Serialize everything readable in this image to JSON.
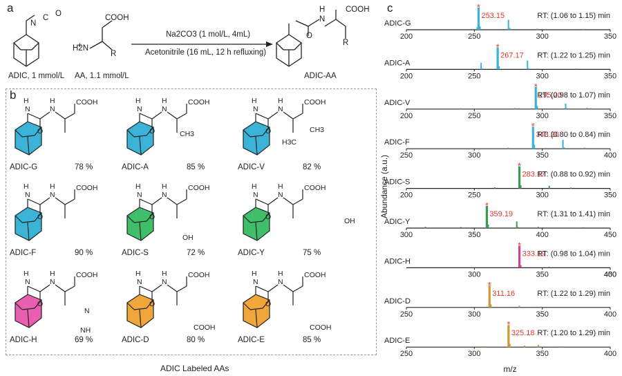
{
  "panel_labels": {
    "a": "a",
    "b": "b",
    "c": "c"
  },
  "reaction": {
    "reagent_label": "ADIC, 1 mmol/L",
    "aa_label": "AA, 1.1 mmol/L",
    "plus": "+",
    "conditions_top": "Na2CO3 (1 mol/L, 4mL)",
    "conditions_bottom": "Acetonitrile (16 mL, 12 h refluxing)",
    "product_label": "ADIC-AA",
    "frag_nco_n": "N",
    "frag_nco_c": "C",
    "frag_nco_o": "O",
    "frag_cooh": "COOH",
    "frag_h2n": "H2N",
    "frag_r": "R",
    "frag_h": "H",
    "frag_n": "N",
    "frag_o": "O"
  },
  "library": {
    "footer": "ADIC Labeled AAs",
    "items": [
      {
        "name": "ADIC-G",
        "yield": "78 %",
        "color": "#3bb3d6"
      },
      {
        "name": "ADIC-A",
        "yield": "85 %",
        "color": "#3bb3d6"
      },
      {
        "name": "ADIC-V",
        "yield": "82 %",
        "color": "#3bb3d6"
      },
      {
        "name": "ADIC-F",
        "yield": "90 %",
        "color": "#3bb3d6"
      },
      {
        "name": "ADIC-S",
        "yield": "72 %",
        "color": "#3fbf6a"
      },
      {
        "name": "ADIC-Y",
        "yield": "75 %",
        "color": "#3fbf6a"
      },
      {
        "name": "ADIC-H",
        "yield": "69 %",
        "color": "#e85fb0"
      },
      {
        "name": "ADIC-D",
        "yield": "80 %",
        "color": "#f0a63a"
      },
      {
        "name": "ADIC-E",
        "yield": "85 %",
        "color": "#f0a63a"
      }
    ],
    "side_text": {
      "cooh": "COOH",
      "ch3": "CH3",
      "h3c": "H3C",
      "oh": "OH",
      "nh": "NH",
      "n": "N",
      "h": "H",
      "o": "O"
    }
  },
  "chart_data": {
    "type": "bar",
    "ylabel": "Abundance (a.u.)",
    "xlabel": "m/z",
    "marker": "*",
    "panels": [
      {
        "name": "ADIC-G",
        "peak": 253.15,
        "peak_label": "253.15",
        "rt": "RT: (1.06 to 1.15) min",
        "xlim": [
          200,
          350
        ],
        "ticks": [
          200,
          250,
          300,
          350
        ],
        "color": "#3bb3d6",
        "peaks": [
          [
            252.2,
            0.12
          ],
          [
            253.15,
            1.0
          ],
          [
            254.2,
            0.15
          ],
          [
            275.1,
            0.45
          ],
          [
            276.1,
            0.08
          ],
          [
            296,
            0.05
          ],
          [
            330,
            0.04
          ]
        ]
      },
      {
        "name": "ADIC-A",
        "peak": 267.17,
        "peak_label": "267.17",
        "rt": "RT: (1.22 to 1.25) min",
        "xlim": [
          200,
          350
        ],
        "ticks": [
          200,
          250,
          300,
          350
        ],
        "color": "#3bb3d6",
        "peaks": [
          [
            255,
            0.3
          ],
          [
            256,
            0.05
          ],
          [
            267.17,
            1.0
          ],
          [
            268.2,
            0.14
          ],
          [
            289.1,
            0.4
          ],
          [
            290.1,
            0.05
          ],
          [
            296,
            0.04
          ],
          [
            325,
            0.04
          ]
        ]
      },
      {
        "name": "ADIC-V",
        "peak": 295.2,
        "peak_label": "295.20",
        "rt": "RT: (0.98 to 1.07) min",
        "xlim": [
          200,
          350
        ],
        "ticks": [
          200,
          250,
          300,
          350
        ],
        "color": "#3bb3d6",
        "peaks": [
          [
            240,
            0.04
          ],
          [
            280,
            0.05
          ],
          [
            295.2,
            1.0
          ],
          [
            296.2,
            0.15
          ],
          [
            317.2,
            0.25
          ],
          [
            318.2,
            0.04
          ],
          [
            333,
            0.06
          ]
        ]
      },
      {
        "name": "ADIC-F",
        "peak": 343.2,
        "peak_label": "343.20",
        "rt": "RT: (0.80 to 0.84) min",
        "xlim": [
          250,
          400
        ],
        "ticks": [
          250,
          300,
          350,
          400
        ],
        "color": "#3bb3d6",
        "peaks": [
          [
            325,
            0.05
          ],
          [
            343.2,
            1.0
          ],
          [
            344.2,
            0.18
          ],
          [
            365.2,
            0.4
          ],
          [
            366.2,
            0.06
          ],
          [
            381,
            0.05
          ]
        ]
      },
      {
        "name": "ADIC-S",
        "peak": 283.17,
        "peak_label": "283.17",
        "rt": "RT: (0.88 to 0.92) min",
        "xlim": [
          200,
          350
        ],
        "ticks": [
          200,
          250,
          300,
          350
        ],
        "color": "#3a9a50",
        "peaks": [
          [
            265,
            0.05
          ],
          [
            283.17,
            1.0
          ],
          [
            284.2,
            0.14
          ],
          [
            305.1,
            0.12
          ],
          [
            321,
            0.04
          ]
        ]
      },
      {
        "name": "ADIC-Y",
        "peak": 359.19,
        "peak_label": "359.19",
        "rt": "RT: (1.31 to 1.41) min",
        "xlim": [
          300,
          450
        ],
        "ticks": [
          300,
          350,
          400,
          450
        ],
        "color": "#3a9a50",
        "peaks": [
          [
            314,
            0.06
          ],
          [
            340,
            0.05
          ],
          [
            359.19,
            1.0
          ],
          [
            360.2,
            0.16
          ],
          [
            381.2,
            0.3
          ],
          [
            382.2,
            0.05
          ],
          [
            397,
            0.06
          ],
          [
            430,
            0.04
          ]
        ]
      },
      {
        "name": "ADIC-H",
        "peak": 333.19,
        "peak_label": "333.19",
        "rt": "RT: (0.98 to 1.04) min",
        "xlim": [
          250,
          400
        ],
        "ticks": [
          300,
          350,
          400,
          450
        ],
        "color": "#d1419a",
        "peaks": [
          [
            333.19,
            1.0
          ],
          [
            334.2,
            0.12
          ],
          [
            355,
            0.04
          ]
        ]
      },
      {
        "name": "ADIC-D",
        "peak": 311.16,
        "peak_label": "311.16",
        "rt": "RT: (1.22 to 1.29) min",
        "xlim": [
          250,
          400
        ],
        "ticks": [
          250,
          300,
          350,
          400
        ],
        "color": "#c99a3a",
        "peaks": [
          [
            311.16,
            1.0
          ],
          [
            312.2,
            0.14
          ],
          [
            333.1,
            0.08
          ],
          [
            349,
            0.04
          ]
        ]
      },
      {
        "name": "ADIC-E",
        "peak": 325.18,
        "peak_label": "325.18",
        "rt": "RT: (1.20 to 1.29) min",
        "xlim": [
          250,
          400
        ],
        "ticks": [
          250,
          300,
          350,
          400
        ],
        "color": "#c99a3a",
        "peaks": [
          [
            307,
            0.04
          ],
          [
            325.18,
            1.0
          ],
          [
            326.2,
            0.14
          ],
          [
            337,
            0.07
          ],
          [
            347.1,
            0.1
          ],
          [
            363,
            0.04
          ]
        ]
      }
    ]
  }
}
